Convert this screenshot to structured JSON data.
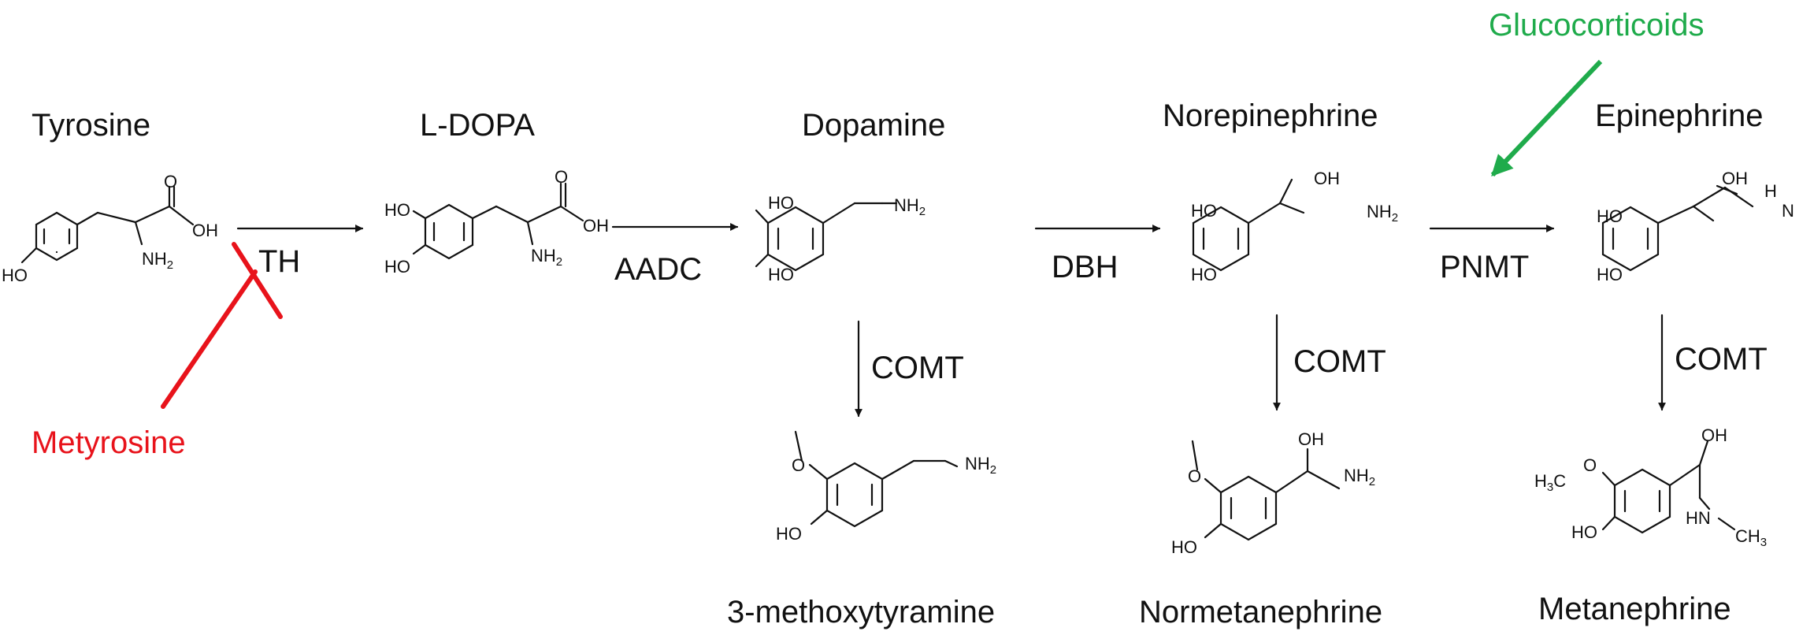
{
  "compounds": {
    "tyrosine": "Tyrosine",
    "ldopa": "L-DOPA",
    "dopamine": "Dopamine",
    "norepinephrine": "Norepinephrine",
    "epinephrine": "Epinephrine",
    "methoxytyramine": "3-methoxytyramine",
    "normetanephrine": "Normetanephrine",
    "metanephrine": "Metanephrine"
  },
  "enzymes": {
    "th": "TH",
    "aadc": "AADC",
    "dbh": "DBH",
    "pnmt": "PNMT",
    "comt_1": "COMT",
    "comt_2": "COMT",
    "comt_3": "COMT"
  },
  "modulators": {
    "inhibitor": "Metyrosine",
    "inducer": "Glucocorticoids"
  },
  "atoms": {
    "oh": "OH",
    "ho": "HO",
    "o": "O",
    "nh": "NH",
    "n": "N",
    "hn": "HN",
    "h": "H",
    "h3c": "H3C",
    "ch3": "CH3",
    "sub2": "2",
    "sub3": "3"
  },
  "colors": {
    "text": "#111111",
    "inhibit": "#e8131b",
    "induce": "#1fab4b"
  }
}
